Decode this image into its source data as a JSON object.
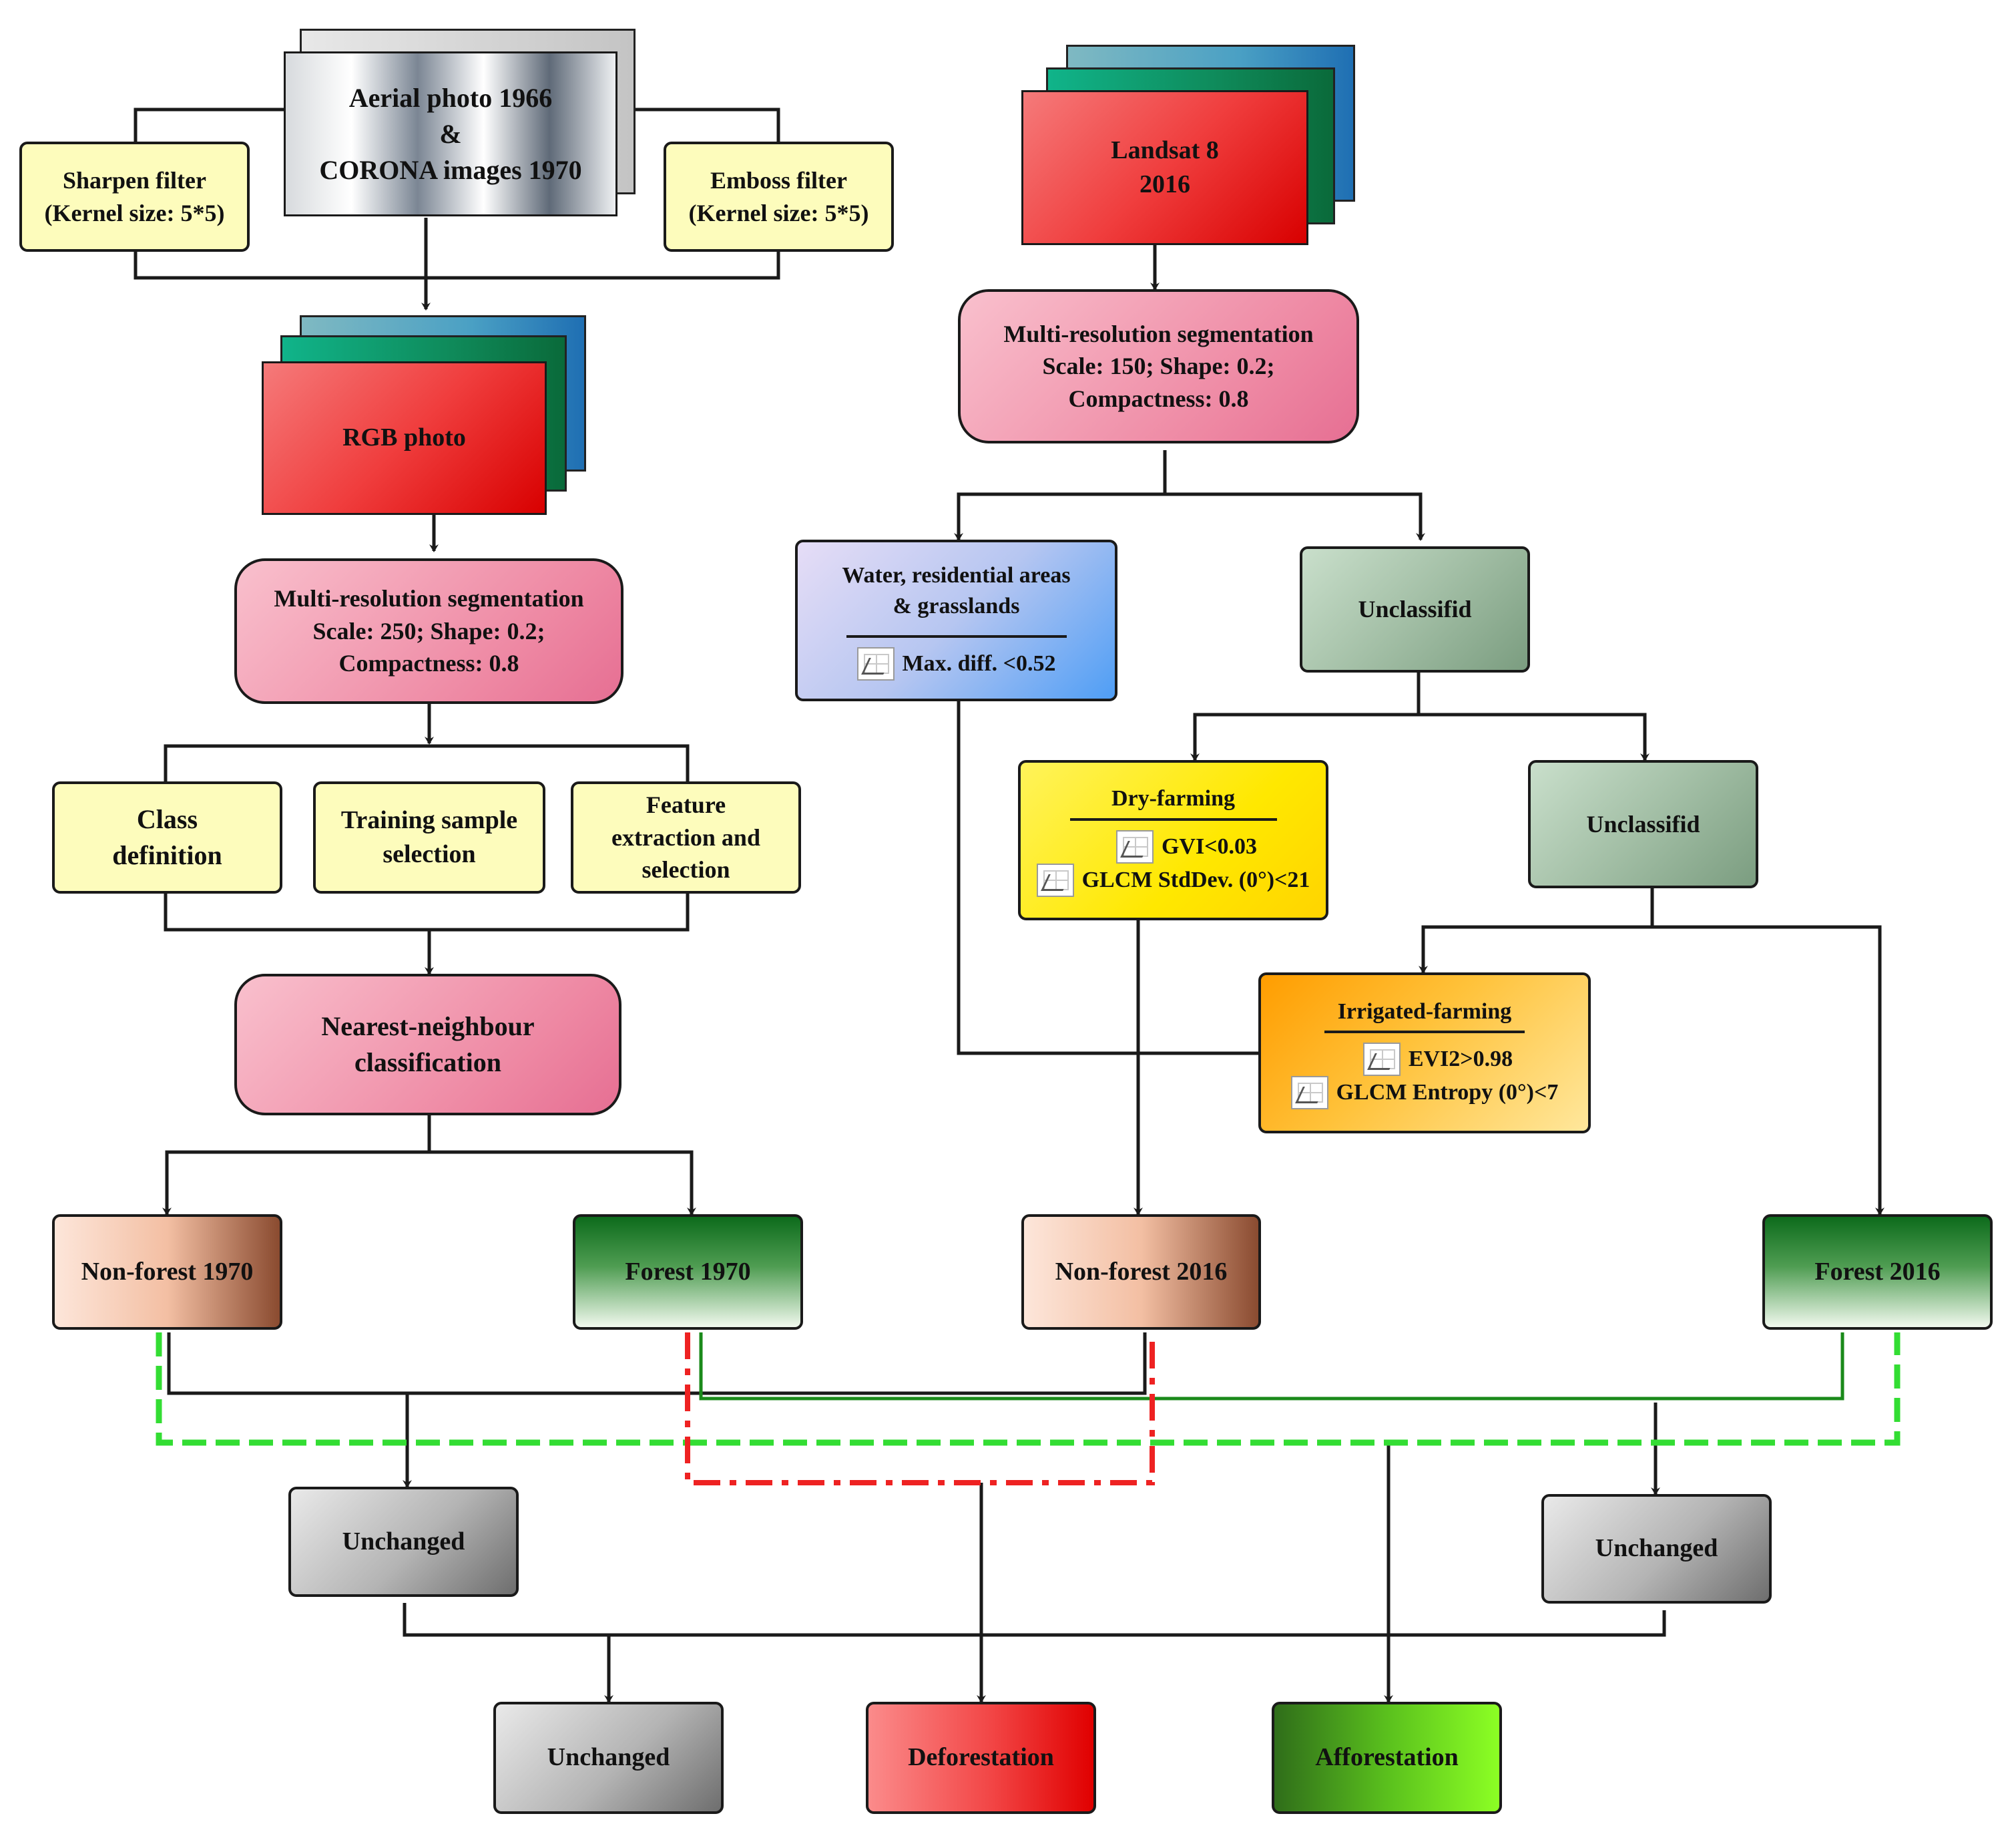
{
  "nodes": {
    "aerial": [
      "Aerial photo 1966",
      "&",
      "CORONA images 1970"
    ],
    "sharpen": [
      "Sharpen filter",
      "(Kernel size: 5*5)"
    ],
    "emboss": [
      "Emboss filter",
      "(Kernel size: 5*5)"
    ],
    "rgb": "RGB photo",
    "seg1970": [
      "Multi-resolution segmentation",
      "Scale: 250; Shape: 0.2;",
      "Compactness: 0.8"
    ],
    "class_def": [
      "Class",
      "definition"
    ],
    "training": [
      "Training sample",
      "selection"
    ],
    "feature": [
      "Feature",
      "extraction and",
      "selection"
    ],
    "nn": [
      "Nearest-neighbour",
      "classification"
    ],
    "nonforest1970": "Non-forest 1970",
    "forest1970": "Forest 1970",
    "landsat": [
      "Landsat 8",
      "2016"
    ],
    "seg2016": [
      "Multi-resolution segmentation",
      "Scale: 150; Shape: 0.2;",
      "Compactness: 0.8"
    ],
    "water": {
      "title": [
        "Water, residential areas",
        "& grasslands"
      ],
      "rule": "Max. diff. <0.52"
    },
    "unclass1": "Unclassifid",
    "dry": {
      "title": "Dry-farming",
      "rules": [
        "GVI<0.03",
        "GLCM StdDev. (0°)<21"
      ]
    },
    "unclass2": "Unclassifid",
    "irrig": {
      "title": "Irrigated-farming",
      "rules": [
        "EVI2>0.98",
        "GLCM Entropy (0°)<7"
      ]
    },
    "nonforest2016": "Non-forest 2016",
    "forest2016": "Forest 2016",
    "unch_left": "Unchanged",
    "unch_right": "Unchanged",
    "unch_bottom": "Unchanged",
    "deforestation": "Deforestation",
    "afforestation": "Afforestation"
  },
  "icons": {
    "feature_icon": "feature-chart-icon"
  },
  "colors": {
    "connector": "#1a1a1a",
    "unchanged_path": "#1a8a1a",
    "afforestation_path": "#33dd33",
    "deforestation_path": "#ee2222"
  }
}
